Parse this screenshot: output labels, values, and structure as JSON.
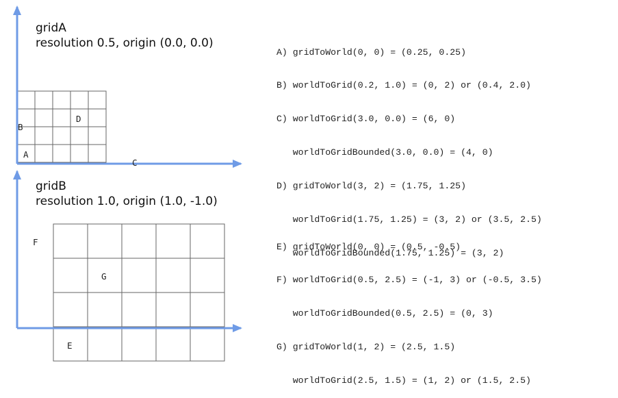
{
  "gridA": {
    "title": "gridA",
    "subtitle": "resolution 0.5, origin (0.0, 0.0)",
    "cell_labels": {
      "A": "A",
      "B": "B",
      "C": "C",
      "D": "D"
    }
  },
  "gridB": {
    "title": "gridB",
    "subtitle": "resolution 1.0, origin (1.0, -1.0)",
    "cell_labels": {
      "E": "E",
      "F": "F",
      "G": "G"
    }
  },
  "notes_a": [
    "A) gridToWorld(0, 0) = (0.25, 0.25)",
    "B) worldToGrid(0.2, 1.0) = (0, 2) or (0.4, 2.0)",
    "C) worldToGrid(3.0, 0.0) = (6, 0)",
    "   worldToGridBounded(3.0, 0.0) = (4, 0)",
    "D) gridToWorld(3, 2) = (1.75, 1.25)",
    "   worldToGrid(1.75, 1.25) = (3, 2) or (3.5, 2.5)",
    "   worldToGridBounded(1.75, 1.25) = (3, 2)"
  ],
  "notes_b": [
    "E) gridToWorld(0, 0) = (0.5, -0.5)",
    "F) worldToGrid(0.5, 2.5) = (-1, 3) or (-0.5, 3.5)",
    "   worldToGridBounded(0.5, 2.5) = (0, 3)",
    "G) gridToWorld(1, 2) = (2.5, 1.5)",
    "   worldToGrid(2.5, 1.5) = (1, 2) or (1.5, 2.5)"
  ],
  "colors": {
    "axis": "#6f9be6",
    "grid": "#666666",
    "text": "#222222"
  }
}
